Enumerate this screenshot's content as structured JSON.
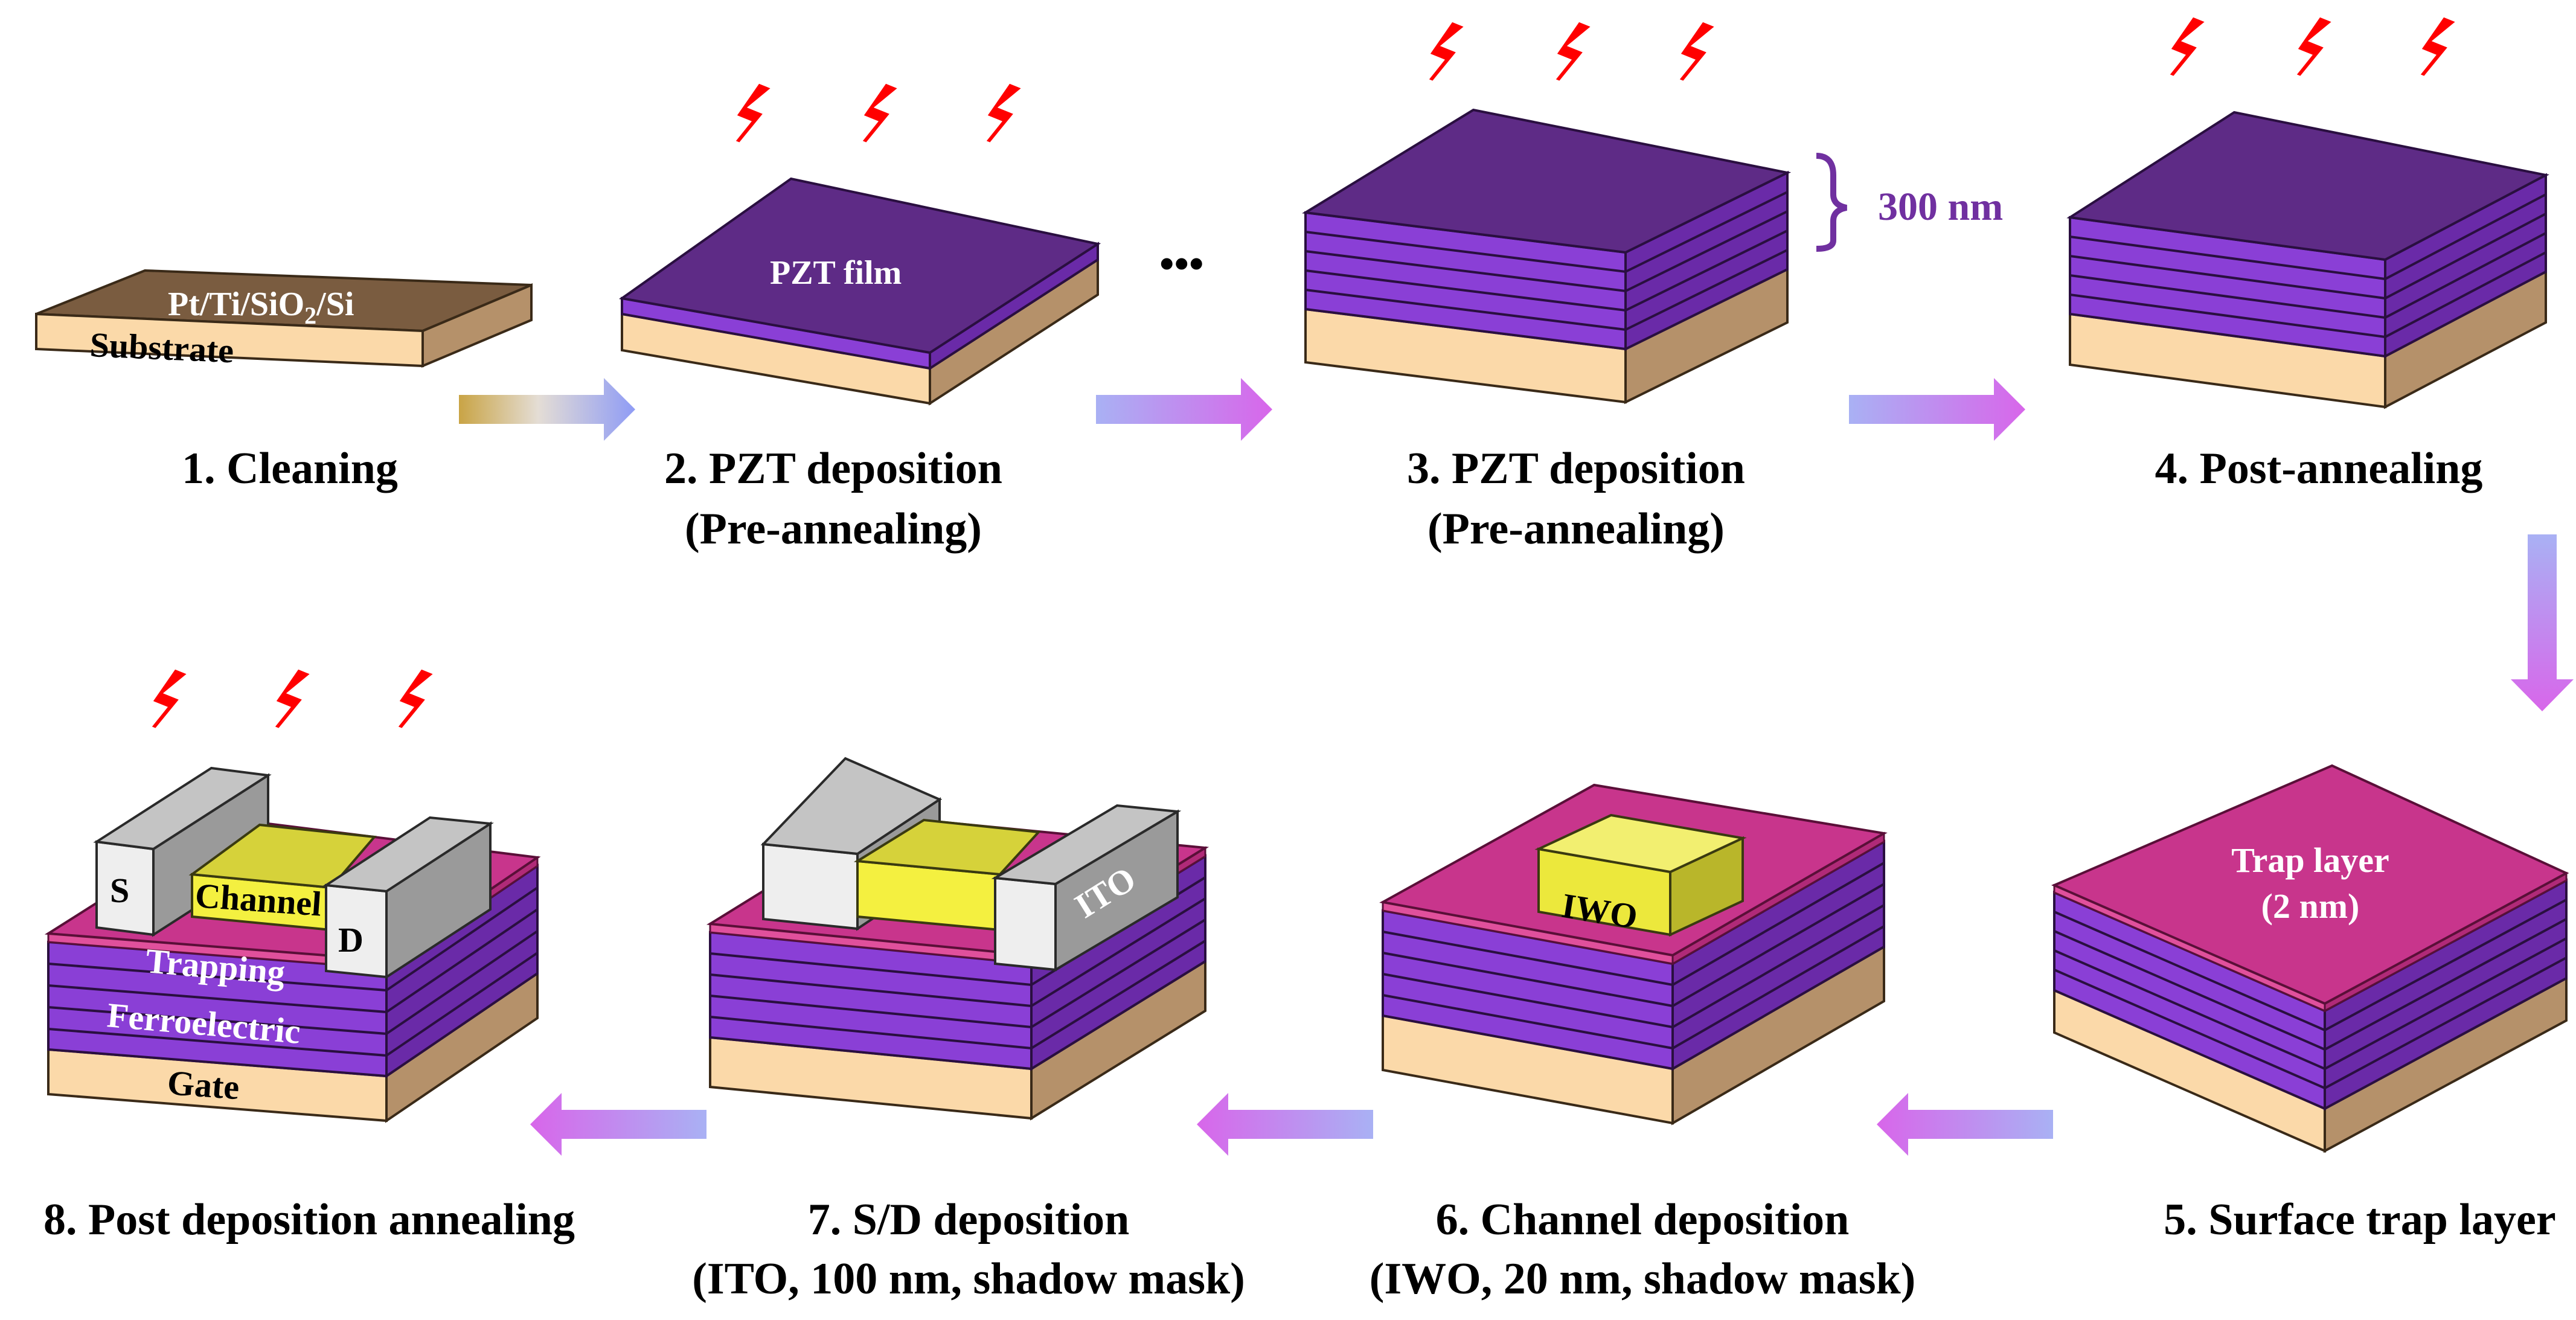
{
  "colors": {
    "substrate_top": "#7a5c40",
    "substrate_side": "#fbd9a9",
    "pzt": "#5e2b86",
    "pzt_side": "#8a3fd6",
    "trap": "#c8358c",
    "channel": "#ece83c",
    "electrode": "#9a9a9a",
    "heat": "#ff0000",
    "annotation": "#7030a0"
  },
  "icons": {
    "heat": "lightning-bolt-icon",
    "arrow": "gradient-arrow-icon",
    "ellipsis": "ellipsis-icon"
  },
  "labels": {
    "substrate_top": "Pt/Ti/SiO",
    "substrate_top_sub": "2",
    "substrate_top_end": "/Si",
    "substrate_side": "Substrate",
    "pzt_film": "PZT film",
    "thickness": "300 nm",
    "ellipsis": "•••",
    "trap_layer": "Trap layer",
    "trap_thickness": "(2 nm)",
    "channel_iwo": "IWO",
    "electrode_ito": "ITO",
    "source": "S",
    "drain": "D",
    "channel": "Channel",
    "trapping": "Trapping",
    "ferroelectric": "Ferroelectric",
    "gate": "Gate"
  },
  "steps": [
    {
      "title": "1. Cleaning",
      "subtitle": ""
    },
    {
      "title": "2. PZT deposition",
      "subtitle": "(Pre-annealing)"
    },
    {
      "title": "3. PZT deposition",
      "subtitle": "(Pre-annealing)"
    },
    {
      "title": "4. Post-annealing",
      "subtitle": ""
    },
    {
      "title": "5. Surface trap layer",
      "subtitle": ""
    },
    {
      "title": "6. Channel deposition",
      "subtitle": "(IWO, 20 nm, shadow mask)"
    },
    {
      "title": "7. S/D deposition",
      "subtitle": "(ITO, 100 nm, shadow mask)"
    },
    {
      "title": "8. Post deposition annealing",
      "subtitle": ""
    }
  ]
}
